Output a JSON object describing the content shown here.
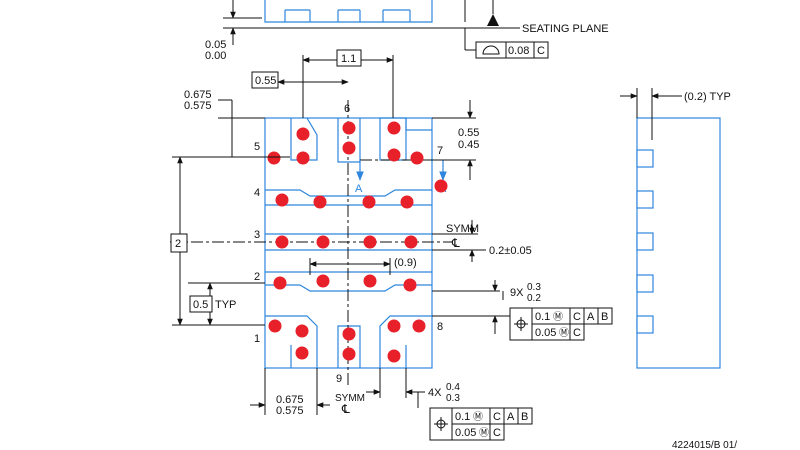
{
  "seating_plane": {
    "label": "SEATING PLANE",
    "standoff_max": "0.05",
    "standoff_min": "0.00",
    "flatness_value": "0.08",
    "flatness_datum": "C"
  },
  "top_dims": {
    "pitch_box": "1.1",
    "offset_box": "0.55",
    "pad_len_max": "0.675",
    "pad_len_min": "0.575",
    "edge_max": "0.55",
    "edge_min": "0.45"
  },
  "pins": [
    "1",
    "2",
    "3",
    "4",
    "5",
    "6",
    "7",
    "8",
    "9"
  ],
  "section_label": "A",
  "symm_label": "SYMM",
  "left_dims": {
    "span_box": "2",
    "pitch_box": "0.5",
    "typ": "TYP"
  },
  "mid_dims": {
    "inner_gap": "(0.9)",
    "pad_width": "0.2±0.05"
  },
  "pad9x": {
    "count": "9X",
    "max": "0.3",
    "min": "0.2",
    "fcf_row1": [
      "0.1",
      "C",
      "A",
      "B"
    ],
    "fcf_row2": [
      "0.05",
      "C"
    ]
  },
  "bottom_dims": {
    "pad_len_max": "0.675",
    "pad_len_min": "0.575"
  },
  "pad4x": {
    "count": "4X",
    "max": "0.4",
    "min": "0.3",
    "fcf_row1": [
      "0.1",
      "C",
      "A",
      "B"
    ],
    "fcf_row2": [
      "0.05",
      "C"
    ]
  },
  "side_view": {
    "lead_width": "(0.2) TYP"
  },
  "doc_number": "4224015/B  01/"
}
